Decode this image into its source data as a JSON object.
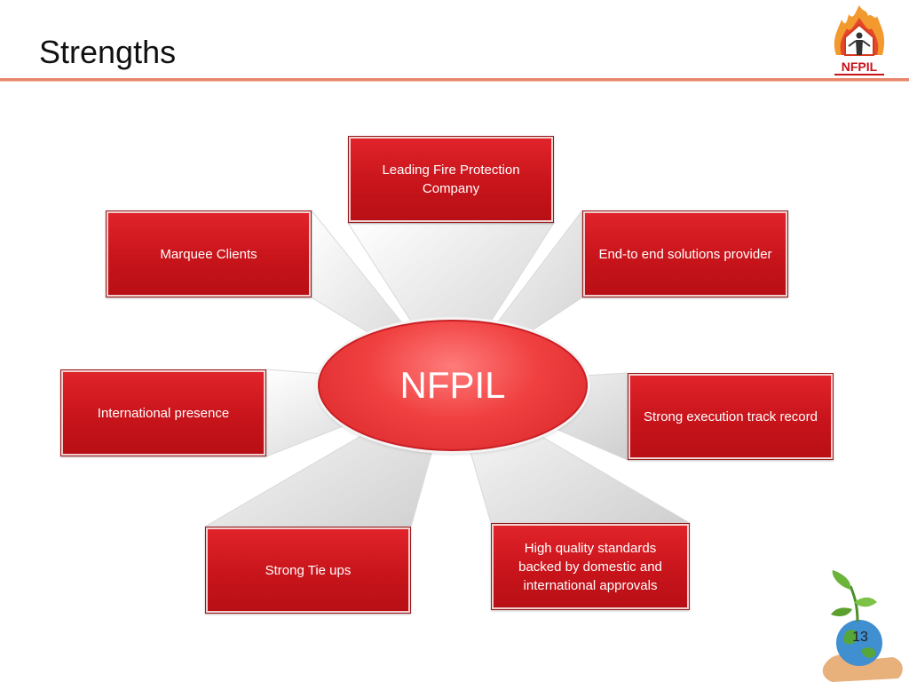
{
  "slide": {
    "title": "Strengths",
    "page_number": "13"
  },
  "diagram": {
    "center": "NFPIL",
    "nodes": [
      "Leading Fire Protection Company",
      "End-to end solutions provider",
      "Strong execution track record",
      "High quality standards backed by domestic and international approvals",
      "Strong Tie ups",
      "International presence",
      "Marquee Clients"
    ]
  },
  "logo": {
    "text": "NFPIL"
  },
  "colors": {
    "box_red": "#c8141b",
    "hub_red": "#f04040",
    "title_rule": "#e9856a",
    "leaf_green": "#5aa02c"
  },
  "icons": [
    "company-logo-icon",
    "globe-plant-icon"
  ]
}
